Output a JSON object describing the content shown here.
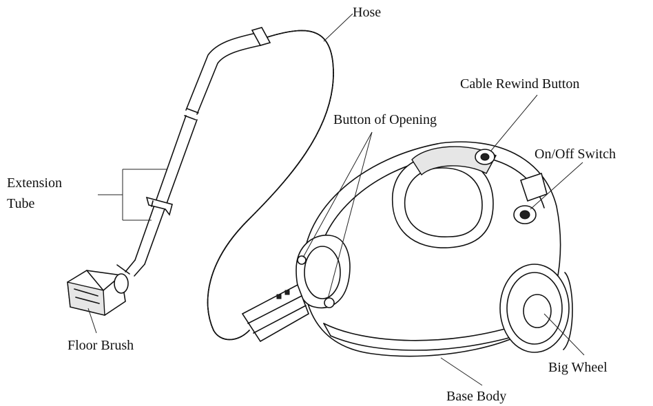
{
  "labels": {
    "hose": "Hose",
    "cable_rewind_button": "Cable Rewind Button",
    "button_of_opening": "Button of Opening",
    "on_off_switch": "On/Off Switch",
    "extension_tube_line1": "Extension",
    "extension_tube_line2": "Tube",
    "floor_brush": "Floor Brush",
    "big_wheel": "Big Wheel",
    "base_body": "Base Body"
  }
}
